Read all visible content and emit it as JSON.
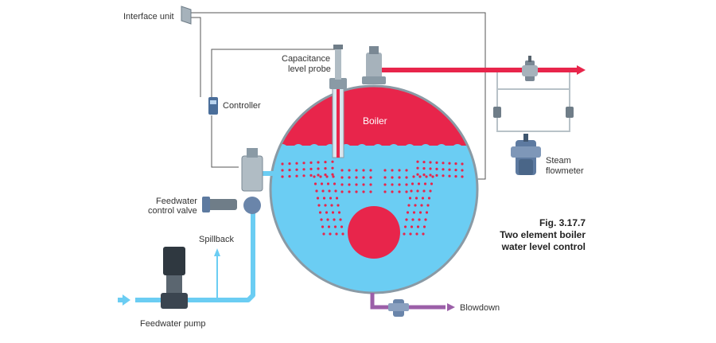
{
  "labels": {
    "interface_unit": "Interface unit",
    "capacitance_probe_line1": "Capacitance",
    "capacitance_probe_line2": "level probe",
    "controller": "Controller",
    "boiler": "Boiler",
    "feedwater_valve_line1": "Feedwater",
    "feedwater_valve_line2": "control valve",
    "spillback": "Spillback",
    "feedwater_pump": "Feedwater pump",
    "blowdown": "Blowdown",
    "steam_flowmeter_line1": "Steam",
    "steam_flowmeter_line2": "flowmeter"
  },
  "caption": {
    "line1": "Fig. 3.17.7",
    "line2": "Two element boiler",
    "line3": "water level control"
  },
  "colors": {
    "steam_red": "#e8254b",
    "water_blue": "#6bcdf3",
    "blowdown_purple": "#9b5fa8",
    "signal_line": "#555555",
    "boiler_outline": "#8a9aa5"
  },
  "icons": {
    "interface_unit": "interface-unit-icon",
    "controller": "controller-icon",
    "pump": "pump-icon",
    "valve": "valve-icon"
  }
}
